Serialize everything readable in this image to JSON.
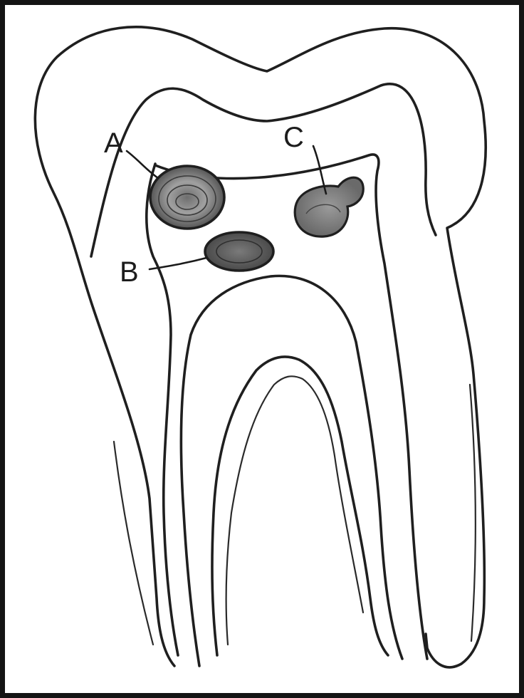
{
  "labels": {
    "a": "A",
    "b": "B",
    "c": "C"
  },
  "colors": {
    "frame": "#141414",
    "outline": "#1f1f1f",
    "stone_fill": "#8a8a8a"
  }
}
